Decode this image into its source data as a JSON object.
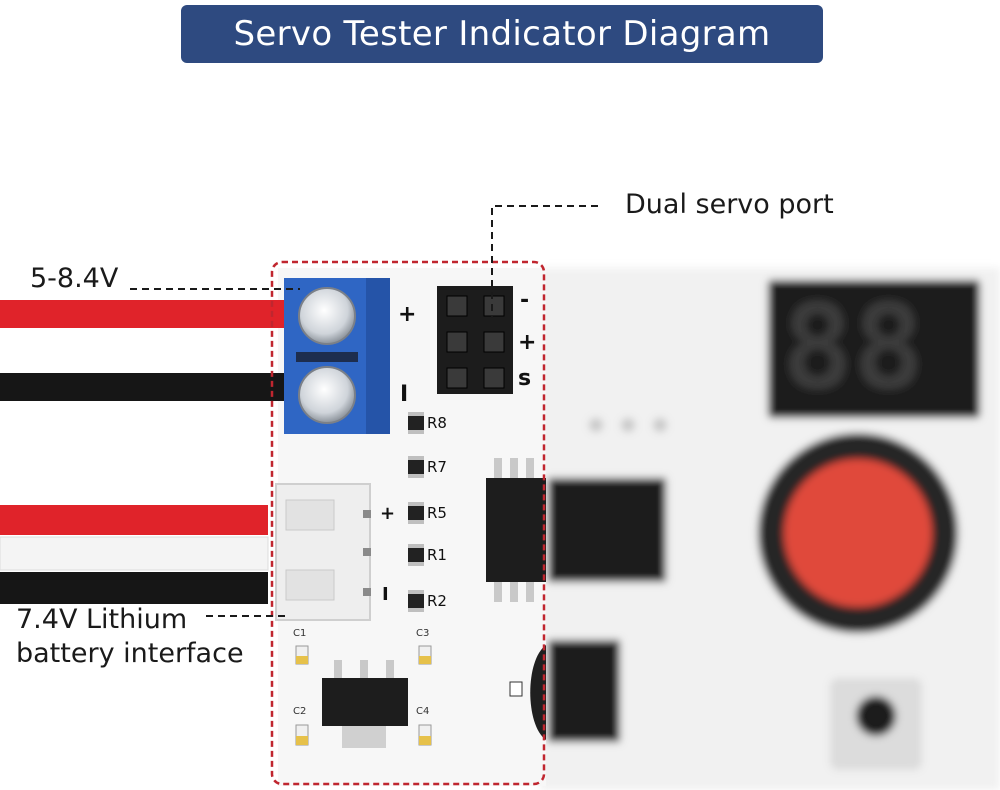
{
  "title": "Servo Tester Indicator Diagram",
  "callouts": {
    "voltage": "5-8.4V",
    "servo_port": "Dual servo port",
    "battery_line1": "7.4V Lithium",
    "battery_line2": "battery interface"
  },
  "terminal_marks": {
    "plus": "+",
    "minus": "I"
  },
  "servo_pins": {
    "minus": "-",
    "plus": "+",
    "signal": "s"
  },
  "battery_marks": {
    "plus": "+",
    "minus": "I"
  },
  "resistors": [
    "R8",
    "R7",
    "R5",
    "R1",
    "R2"
  ],
  "capacitors": [
    "C1",
    "C3",
    "C2",
    "C4"
  ],
  "colors": {
    "banner": "#2e4a80",
    "terminal_block": "#2f66c4",
    "dashed_outline": "#c0262f",
    "wire_red": "#e0232a",
    "wire_black": "#161616",
    "knob_red": "#e04a3a"
  }
}
